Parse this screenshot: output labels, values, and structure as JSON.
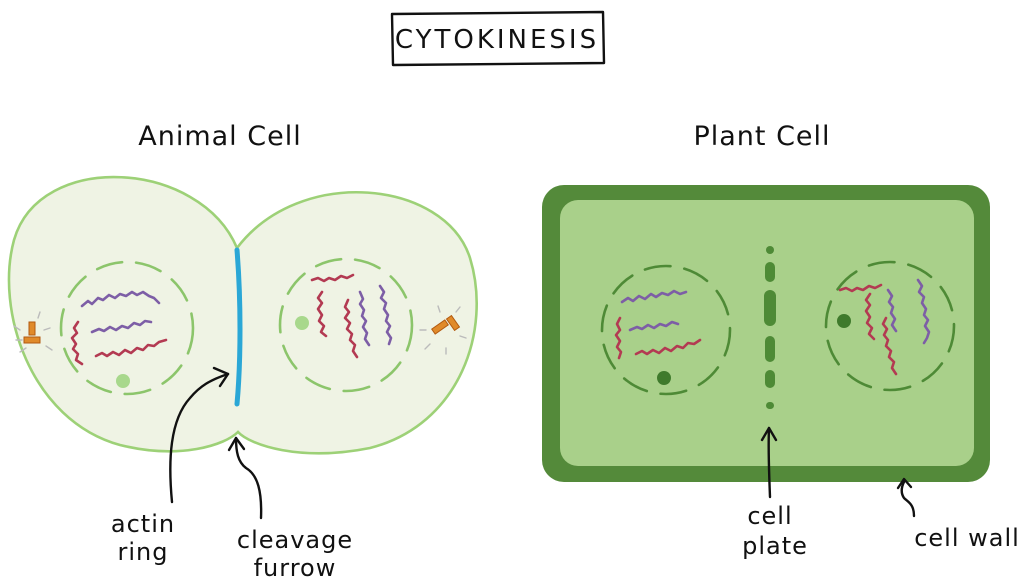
{
  "title": "CYTOKINESIS",
  "animal": {
    "heading": "Animal Cell",
    "labels": {
      "actin_line1": "actin",
      "actin_line2": "ring",
      "furrow_line1": "cleavage",
      "furrow_line2": "furrow"
    }
  },
  "plant": {
    "heading": "Plant Cell",
    "labels": {
      "plate_line1": "cell",
      "plate_line2": "plate",
      "wall": "cell wall"
    }
  },
  "colors": {
    "animal_cytoplasm": "#eff3e4",
    "animal_membrane": "#9dd177",
    "actin_ring": "#2aa7d6",
    "plant_wall": "#548a3a",
    "plant_cytoplasm": "#a9d08a",
    "plant_envelope": "#4e8a36",
    "plant_plate": "#4e8a36",
    "animal_envelope": "#8cc56b",
    "chromosome_purple": "#7d5ea6",
    "chromosome_red": "#b33a52",
    "centrosome": "#e08a2a",
    "nucleolus_animal": "#a8d88c",
    "nucleolus_plant": "#3f7a2c",
    "ink": "#111111"
  }
}
